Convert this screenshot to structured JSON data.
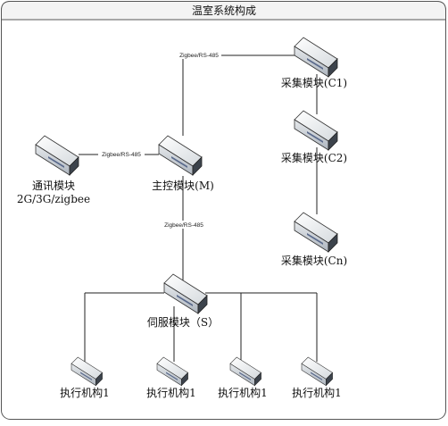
{
  "title": "温室系统构成",
  "nodes": {
    "comm": {
      "label": [
        "通讯模块",
        "2G/3G/zigbee"
      ]
    },
    "master": {
      "label": [
        "主控模块(M)"
      ]
    },
    "c1": {
      "label": [
        "采集模块(C1)"
      ]
    },
    "c2": {
      "label": [
        "采集模块(C2)"
      ]
    },
    "cn": {
      "label": [
        "采集模块(Cn)"
      ]
    },
    "servo": {
      "label": [
        "伺服模块（S）"
      ]
    },
    "a1": {
      "label": [
        "执行机构1"
      ]
    },
    "a2": {
      "label": [
        "执行机构1"
      ]
    },
    "a3": {
      "label": [
        "执行机构1"
      ]
    },
    "a4": {
      "label": [
        "执行机构1"
      ]
    }
  },
  "edge_labels": {
    "master_collect": "Zigbee/RS-485",
    "comm_master": "Zigbee/RS-485",
    "master_servo": "Zigbee/RS-485"
  },
  "colors": {
    "device_front": "#c9cfd6",
    "device_top": "#f2f4f6",
    "device_side": "#3c434c",
    "device_stripe": "#5a6a8c",
    "frame": "#555555",
    "title_bg": "#f3f3f3"
  },
  "icons": {
    "device": "network-device-icon"
  }
}
